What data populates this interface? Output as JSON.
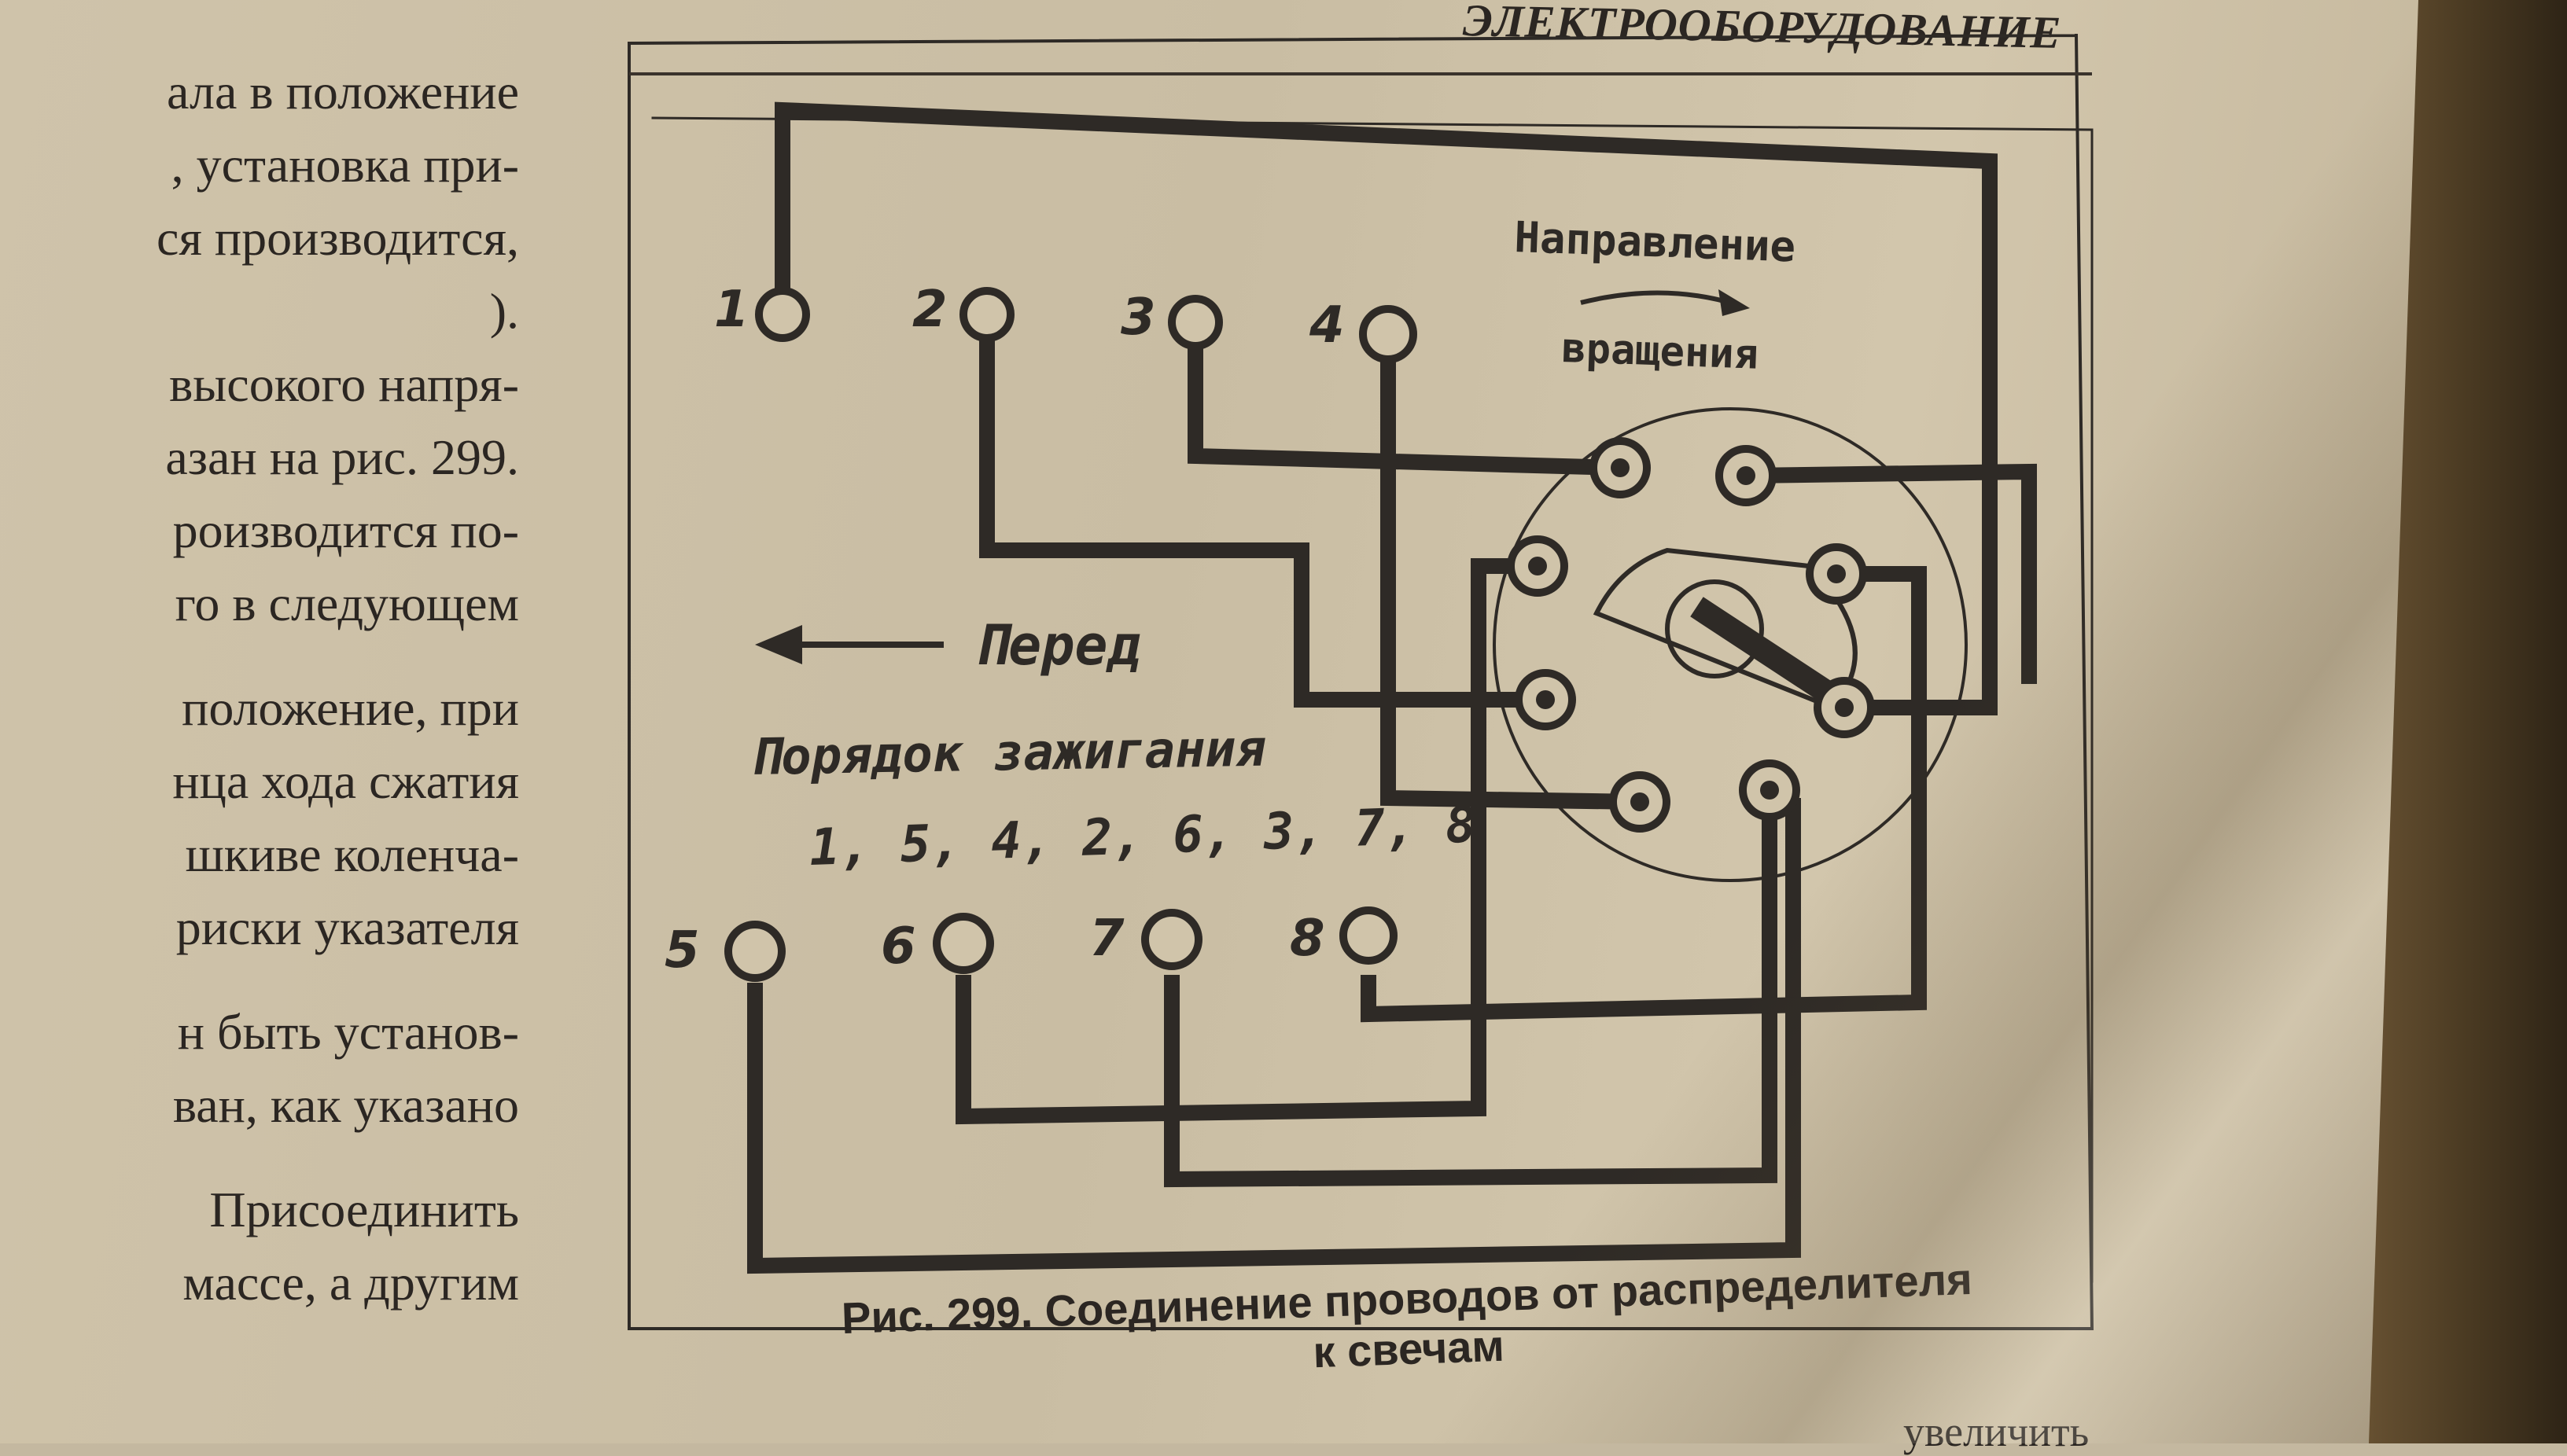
{
  "header": {
    "section_title": "ЭЛЕКТРООБОРУДОВАНИЕ"
  },
  "left_text": {
    "lines": [
      "ала в положение",
      ", установка при-",
      "ся производится,",
      ").",
      "высокого напря-",
      "азан на рис. 299.",
      "роизводится по-",
      "го в следующем",
      "",
      "положение, при",
      "нца хода сжатия",
      "шкиве коленча-",
      "риски указателя",
      "",
      "н быть установ-",
      "ван, как указано",
      "",
      "Присоединить",
      "массе, а другим"
    ]
  },
  "figure": {
    "plug_numbers": [
      "1",
      "2",
      "3",
      "4",
      "5",
      "6",
      "7",
      "8"
    ],
    "rotation_label_1": "Направление",
    "rotation_label_2": "вращения",
    "front_label": "Перед",
    "firing_order_label": "Порядок зажигания",
    "firing_order": "1, 5, 4, 2, 6, 3, 7, 8"
  },
  "caption": {
    "line1": "Рис. 299. Соединение проводов от распределителя",
    "line2": "к свечам"
  },
  "bottom_fragment": "увеличить"
}
